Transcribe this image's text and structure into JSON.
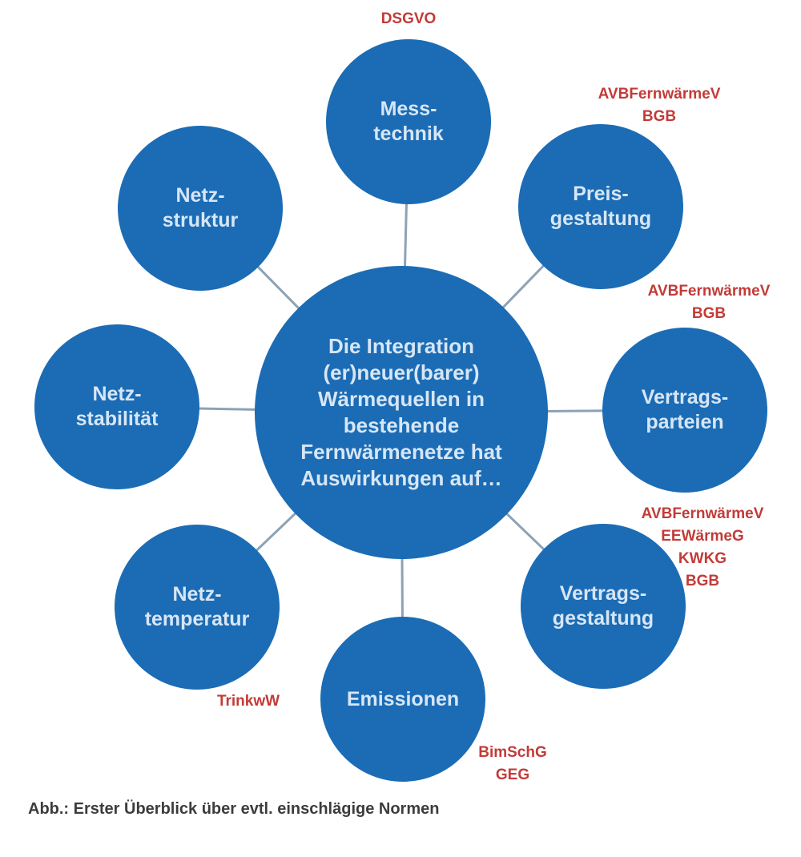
{
  "colors": {
    "circle_fill": "#1b6cb5",
    "circle_text": "#d7e6f5",
    "law_text": "#c23b38",
    "connector_line": "#8da2b6",
    "caption_text": "#3c3c3c"
  },
  "diagram": {
    "center": {
      "label": "Die Integration\n(er)neuer(barer)\nWärmequellen in\nbestehende\nFernwärmenetze hat\nAuswirkungen auf…"
    },
    "satellites": [
      {
        "id": "messtechnik",
        "label": "Mess-\ntechnik"
      },
      {
        "id": "preisgestaltung",
        "label": "Preis-\ngestaltung"
      },
      {
        "id": "vertragsparteien",
        "label": "Vertrags-\nparteien"
      },
      {
        "id": "vertragsgestaltung",
        "label": "Vertrags-\ngestaltung"
      },
      {
        "id": "emissionen",
        "label": "Emissionen"
      },
      {
        "id": "netztemperatur",
        "label": "Netz-\ntemperatur"
      },
      {
        "id": "netzstabilitaet",
        "label": "Netz-\nstabilität"
      },
      {
        "id": "netzstruktur",
        "label": "Netz-\nstruktur"
      }
    ],
    "law_labels": [
      {
        "for": "messtechnik",
        "text": "DSGVO"
      },
      {
        "for": "preisgestaltung",
        "text": "AVBFernwärmeV\nBGB"
      },
      {
        "for": "vertragsparteien",
        "text": "AVBFernwärmeV\nBGB"
      },
      {
        "for": "vertragsgestaltung",
        "text": "AVBFernwärmeV\nEEWärmeG\nKWKG\nBGB"
      },
      {
        "for": "netztemperatur",
        "text": "TrinkwW"
      },
      {
        "for": "emissionen",
        "text": "BimSchG\nGEG"
      }
    ]
  },
  "caption": {
    "text": "Abb.: Erster Überblick über evtl. einschlägige Normen"
  }
}
